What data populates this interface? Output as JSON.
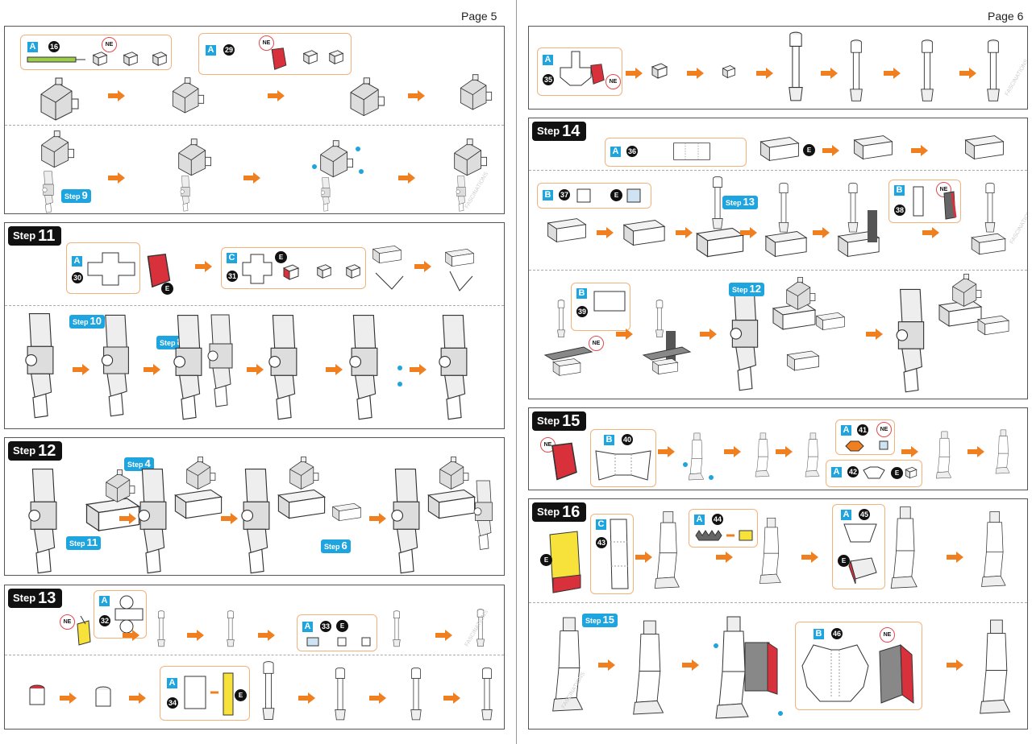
{
  "pages": {
    "left": "Page 5",
    "right": "Page 6"
  },
  "step_word": "Step",
  "sheet_labels": {
    "a": "A",
    "b": "B",
    "c": "C"
  },
  "markers": {
    "ne": "NE",
    "e": "E"
  },
  "watermark": "FASCINATIONS",
  "parts": {
    "p16": "16",
    "p29": "29",
    "p30": "30",
    "p31": "31",
    "p32": "32",
    "p33": "33",
    "p34": "34",
    "p35": "35",
    "p36": "36",
    "p37": "37",
    "p38": "38",
    "p39": "39",
    "p40": "40",
    "p41": "41",
    "p42": "42",
    "p43": "43",
    "p44": "44",
    "p45": "45",
    "p46": "46"
  },
  "steps": {
    "s11": "11",
    "s12": "12",
    "s13": "13",
    "s14": "14",
    "s15": "15",
    "s16": "16"
  },
  "refs": {
    "r9": "9",
    "r10": "10",
    "r8": "8",
    "r4": "4",
    "r11": "11",
    "r6": "6",
    "r13": "13",
    "r12": "12",
    "r15": "15"
  },
  "colors": {
    "accent": "#f07f1f",
    "step_ref": "#1ea5df",
    "inset_border": "#f3b27a",
    "ne_ring": "#e5484d",
    "part_red": "#d9313b",
    "part_yellow": "#f6e23a"
  }
}
